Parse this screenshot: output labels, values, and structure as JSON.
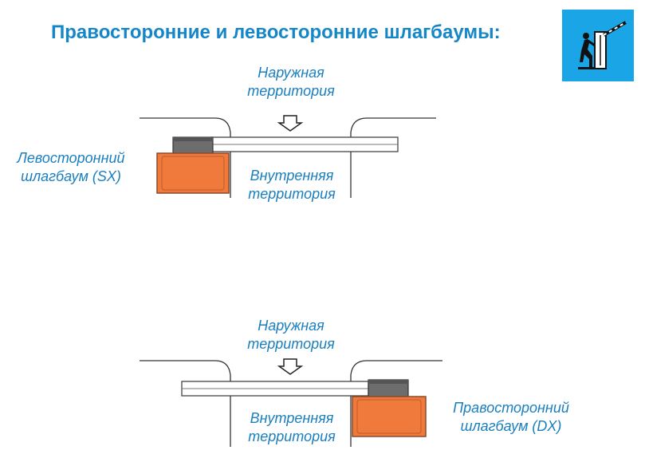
{
  "title": "Правосторонние и левосторонние шлагбаумы:",
  "icon": "barrier-operator-icon",
  "colors": {
    "title": "#1587c8",
    "label": "#1a7fbf",
    "badge": "#1aa6e6",
    "housing": "#f07a3c",
    "housing_border": "#8a4a2a",
    "motor_top": "#666666"
  },
  "diagram_top": {
    "outer_label_line1": "Наружная",
    "outer_label_line2": "территория",
    "inner_label_line1": "Внутренняя",
    "inner_label_line2": "территория",
    "barrier_label_line1": "Левосторонний",
    "barrier_label_line2": "шлагбаум (SX)"
  },
  "diagram_bottom": {
    "outer_label_line1": "Наружная",
    "outer_label_line2": "территория",
    "inner_label_line1": "Внутренняя",
    "inner_label_line2": "территория",
    "barrier_label_line1": "Правосторонний",
    "barrier_label_line2": "шлагбаум (DX)"
  }
}
